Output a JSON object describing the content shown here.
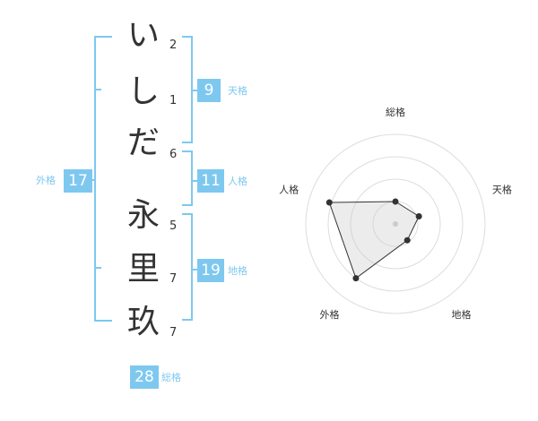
{
  "name_chars": [
    {
      "char": "い",
      "strokes": "2"
    },
    {
      "char": "し",
      "strokes": "1"
    },
    {
      "char": "だ",
      "strokes": "6"
    },
    {
      "char": "永",
      "strokes": "5"
    },
    {
      "char": "里",
      "strokes": "7"
    },
    {
      "char": "玖",
      "strokes": "7"
    }
  ],
  "groups": {
    "tenkaku": {
      "value": "9",
      "label": "天格"
    },
    "jinkaku": {
      "value": "11",
      "label": "人格"
    },
    "chikaku": {
      "value": "19",
      "label": "地格"
    },
    "gaikaku": {
      "value": "17",
      "label": "外格"
    },
    "soukaku": {
      "value": "28",
      "label": "総格"
    }
  },
  "accent_color": "#7ec8f0",
  "chart_data": {
    "type": "radar",
    "axes": [
      "総格",
      "天格",
      "地格",
      "外格",
      "人格"
    ],
    "rings": 4,
    "values": [
      1.0,
      1.1,
      0.9,
      3.0,
      3.1
    ],
    "max": 4
  }
}
